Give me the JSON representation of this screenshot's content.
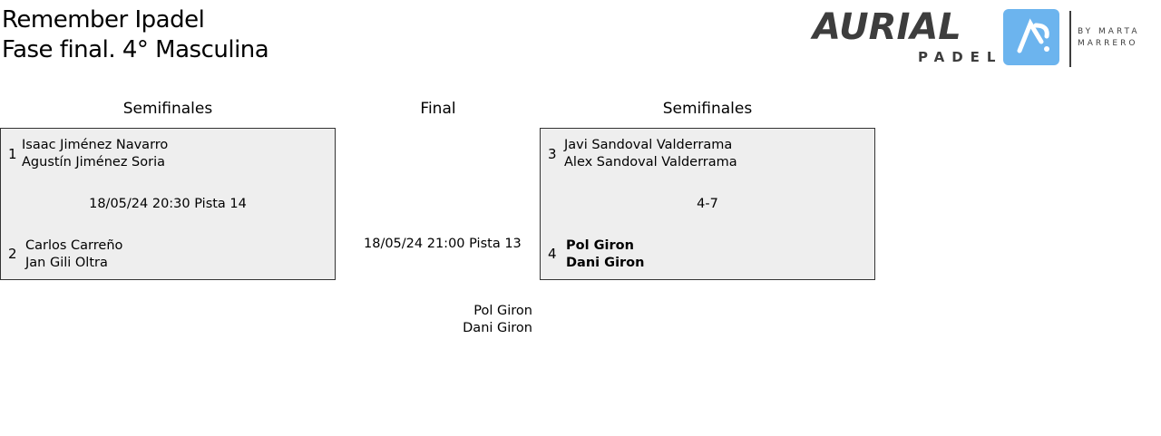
{
  "header": {
    "title_line1": "Remember Ipadel",
    "title_line2": "Fase final. 4° Masculina"
  },
  "logo": {
    "brand": "AURIAL",
    "sub": "PADEL",
    "by": "BY MARTA",
    "by2": "MARRERO",
    "color": "#6cb4ee"
  },
  "columns": {
    "left": "Semifinales",
    "center": "Final",
    "right": "Semifinales"
  },
  "semi1": {
    "team1": {
      "seed": "1",
      "players": [
        "Isaac Jiménez Navarro",
        "Agustín Jiménez Soria"
      ]
    },
    "team2": {
      "seed": "2",
      "players": [
        "Carlos Carreño",
        "Jan Gili Oltra"
      ]
    },
    "info": "18/05/24 20:30 Pista 14"
  },
  "semi2": {
    "team1": {
      "seed": "3",
      "players": [
        "Javi Sandoval Valderrama",
        "Alex Sandoval Valderrama"
      ]
    },
    "team2": {
      "seed": "4",
      "players": [
        "Pol Giron",
        "Dani Giron"
      ]
    },
    "info": "4-7"
  },
  "final": {
    "info": "18/05/24 21:00 Pista 13",
    "players": [
      "Pol Giron",
      "Dani Giron"
    ]
  }
}
